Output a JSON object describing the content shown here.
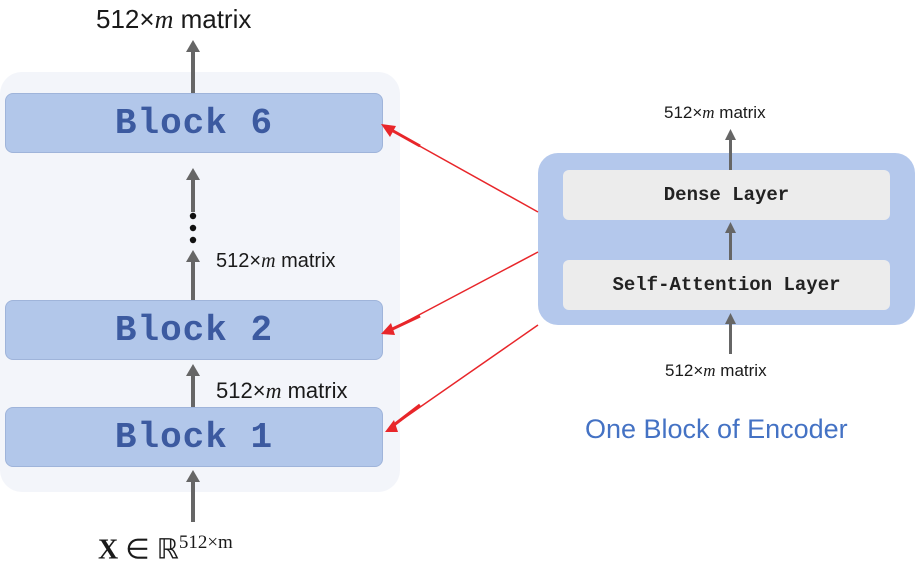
{
  "stack": {
    "top_output": {
      "prefix": "512×",
      "var": "m",
      "suffix": " matrix"
    },
    "blocks": [
      {
        "label": "Block 6"
      },
      {
        "label": "Block 2"
      },
      {
        "label": "Block 1"
      }
    ],
    "between_6_2": {
      "prefix": "512×",
      "var": "m",
      "suffix": " matrix"
    },
    "between_2_1": {
      "prefix": "512×",
      "var": "m",
      "suffix": " matrix"
    },
    "input": {
      "symbol": "X",
      "in": "∈",
      "set": "ℝ",
      "exp": "512×m"
    }
  },
  "encoder": {
    "output": {
      "prefix": "512×",
      "var": "m",
      "suffix": " matrix"
    },
    "dense_layer": "Dense Layer",
    "self_attention_layer": "Self-Attention Layer",
    "input": {
      "prefix": "512×",
      "var": "m",
      "suffix": " matrix"
    },
    "caption": "One Block of Encoder"
  },
  "colors": {
    "block_fill": "#b2c7ea",
    "block_text": "#3c5aa0",
    "encoder_fill": "#b4c8ec",
    "layer_fill": "#ececec",
    "caption": "#4472c4",
    "red_arrow": "#e8262a",
    "gray_arrow": "#666666"
  }
}
